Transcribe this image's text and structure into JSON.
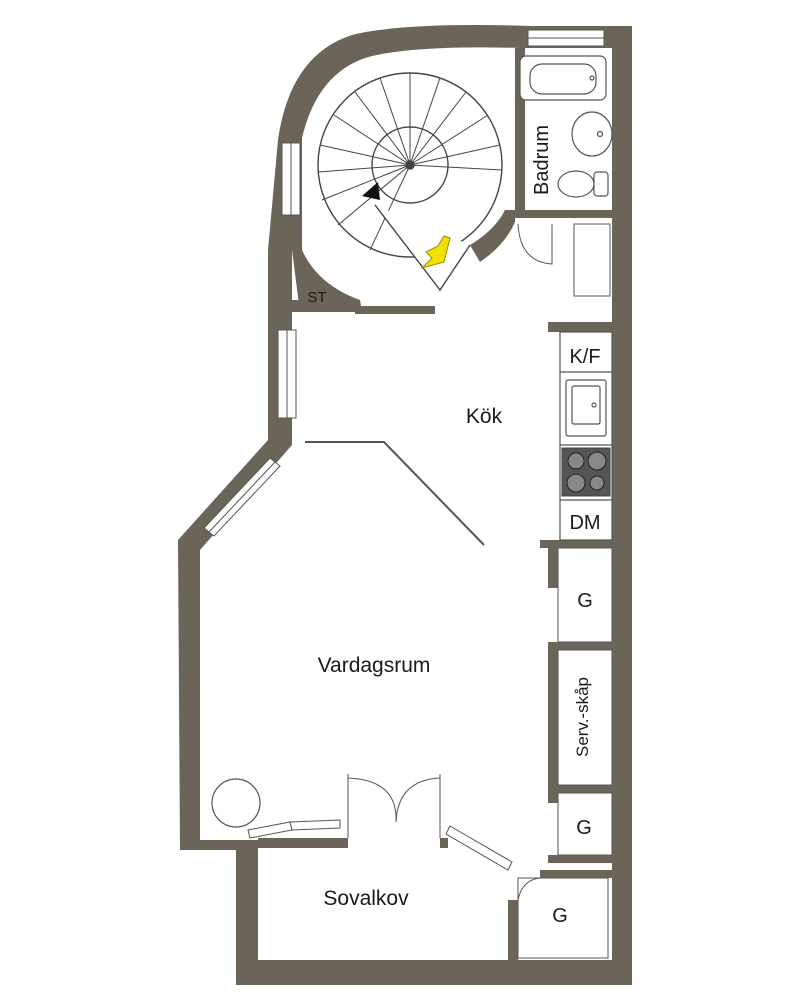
{
  "colors": {
    "wall": "#6b6459",
    "floor": "#ffffff",
    "line": "#444444",
    "arrow": "#f2e100"
  },
  "labels": {
    "badrum": "Badrum",
    "st": "ST",
    "kf": "K/F",
    "kok": "Kök",
    "dm": "DM",
    "g1": "G",
    "vardagsrum": "Vardagsrum",
    "servskap": "Serv.-skåp",
    "g2": "G",
    "sovalkov": "Sovalkov",
    "g3": "G"
  }
}
